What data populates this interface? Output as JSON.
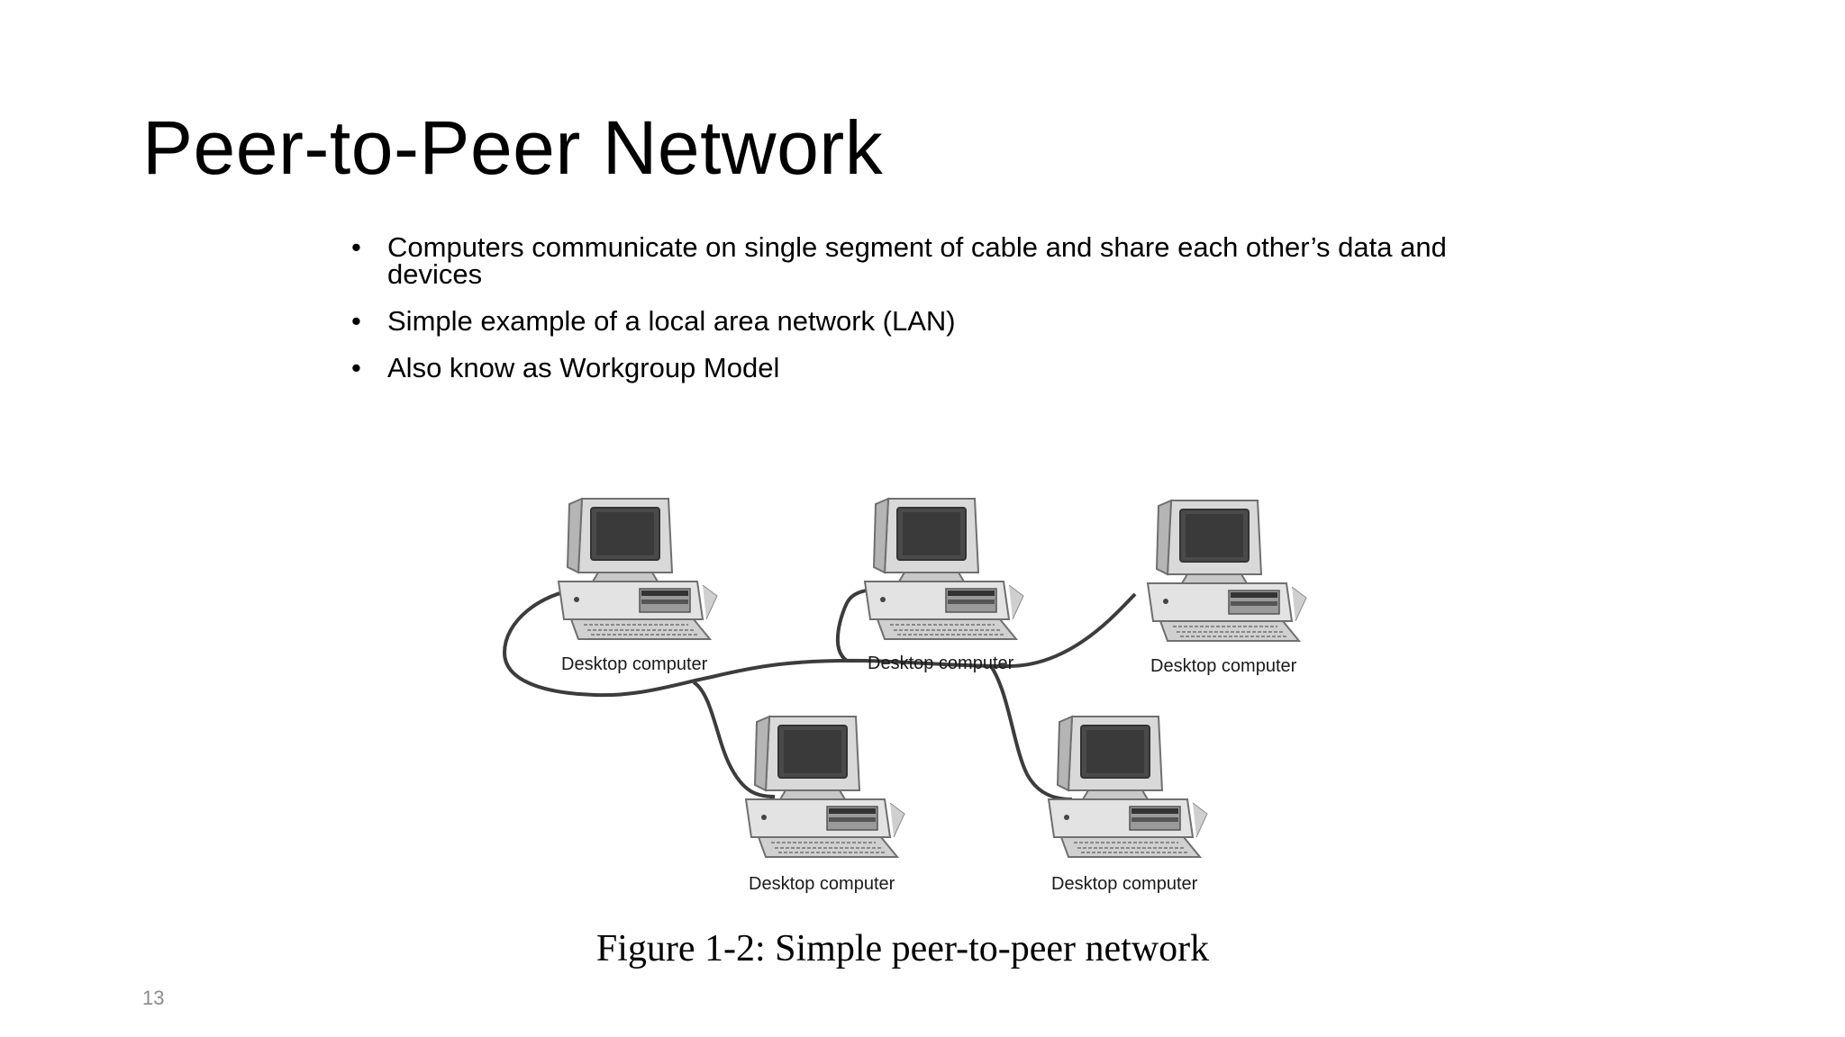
{
  "slide": {
    "title": "Peer-to-Peer Network",
    "bullets": [
      "Computers communicate on single segment of cable and share each other’s data and devices",
      "Simple example of a local area network (LAN)",
      "Also know as Workgroup Model"
    ],
    "bullet_symbol": "•",
    "figure": {
      "computers": [
        {
          "label": "Desktop computer",
          "icon": "desktop-computer-icon"
        },
        {
          "label": "Desktop computer",
          "icon": "desktop-computer-icon"
        },
        {
          "label": "Desktop computer",
          "icon": "desktop-computer-icon"
        },
        {
          "label": "Desktop computer",
          "icon": "desktop-computer-icon"
        },
        {
          "label": "Desktop computer",
          "icon": "desktop-computer-icon"
        }
      ],
      "caption": "Figure 1-2: Simple peer-to-peer network"
    },
    "slide_number": "13"
  }
}
